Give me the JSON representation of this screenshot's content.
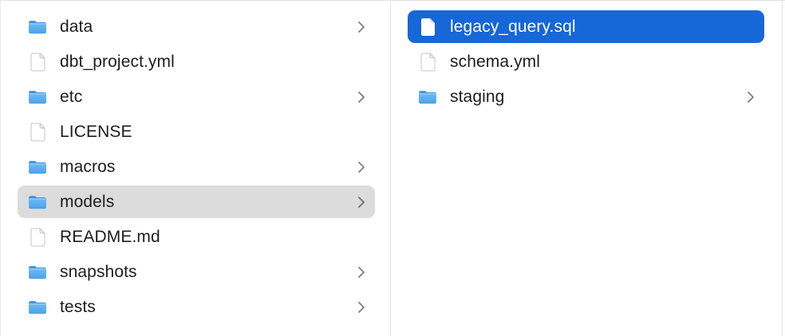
{
  "colors": {
    "selection_blue": "#1667d8",
    "selection_gray": "#dcdcdc",
    "folder_blue_front": "#55a9ec",
    "folder_blue_back": "#3b92dd",
    "divider": "#e3e3e3",
    "text": "#1d1d1f",
    "selected_text": "#ffffff",
    "chevron": "#7e7e7e",
    "background": "#ffffff"
  },
  "columns": {
    "left": {
      "items": [
        {
          "label": "data",
          "type": "folder",
          "chevron": true,
          "selected": "none"
        },
        {
          "label": "dbt_project.yml",
          "type": "file",
          "chevron": false,
          "selected": "none"
        },
        {
          "label": "etc",
          "type": "folder",
          "chevron": true,
          "selected": "none"
        },
        {
          "label": "LICENSE",
          "type": "file",
          "chevron": false,
          "selected": "none"
        },
        {
          "label": "macros",
          "type": "folder",
          "chevron": true,
          "selected": "none"
        },
        {
          "label": "models",
          "type": "folder",
          "chevron": true,
          "selected": "gray"
        },
        {
          "label": "README.md",
          "type": "file",
          "chevron": false,
          "selected": "none"
        },
        {
          "label": "snapshots",
          "type": "folder",
          "chevron": true,
          "selected": "none"
        },
        {
          "label": "tests",
          "type": "folder",
          "chevron": true,
          "selected": "none"
        }
      ]
    },
    "right": {
      "items": [
        {
          "label": "legacy_query.sql",
          "type": "file",
          "chevron": false,
          "selected": "blue"
        },
        {
          "label": "schema.yml",
          "type": "file",
          "chevron": false,
          "selected": "none"
        },
        {
          "label": "staging",
          "type": "folder",
          "chevron": true,
          "selected": "none"
        }
      ]
    }
  }
}
